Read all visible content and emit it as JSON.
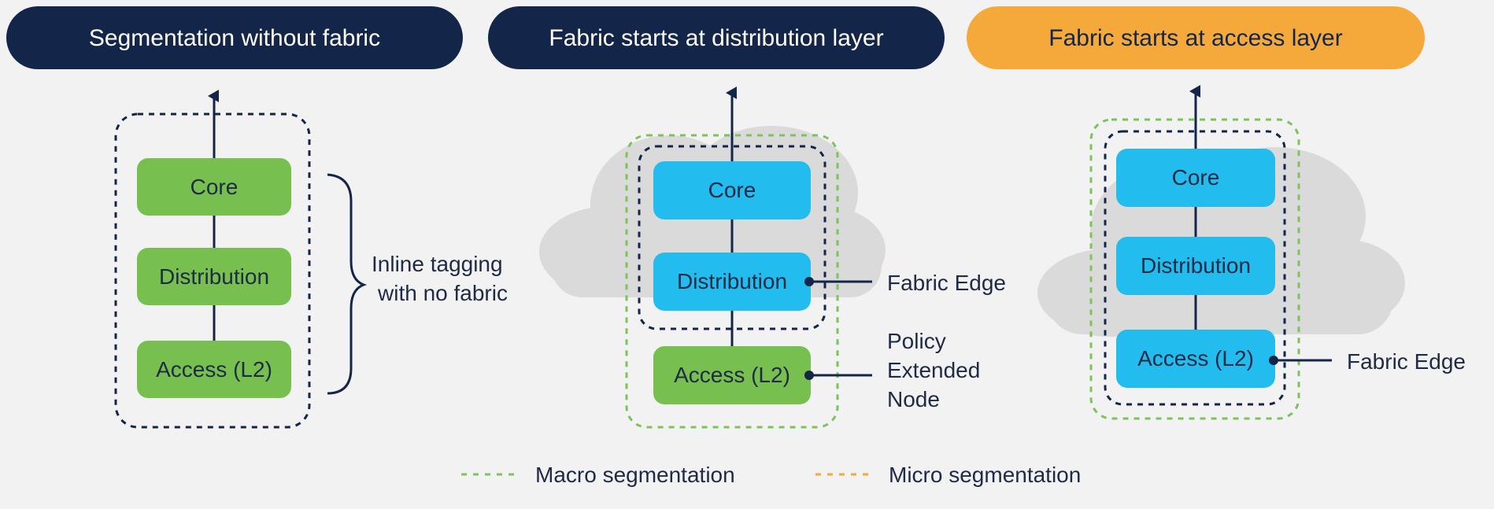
{
  "colors": {
    "background": "#f2f2f2",
    "navy": "#13264a",
    "orange": "#f6a93b",
    "green": "#77c04f",
    "blue": "#22bdee",
    "cloud": "#dadada",
    "macro_dash": "#7cc45a",
    "micro_dash": "#f6a93b"
  },
  "panels": [
    {
      "title": "Segmentation without fabric",
      "nodes": [
        "Core",
        "Distribution",
        "Access (L2)"
      ],
      "brace_label": [
        "Inline tagging",
        "with no fabric"
      ]
    },
    {
      "title": "Fabric starts at distribution layer",
      "nodes": [
        "Core",
        "Distribution",
        "Access (L2)"
      ],
      "callouts": [
        {
          "lines": [
            "Fabric Edge"
          ]
        },
        {
          "lines": [
            "Policy",
            "Extended",
            "Node"
          ]
        }
      ]
    },
    {
      "title": "Fabric starts at access layer",
      "nodes": [
        "Core",
        "Distribution",
        "Access (L2)"
      ],
      "callouts": [
        {
          "lines": [
            "Fabric Edge"
          ]
        }
      ]
    }
  ],
  "legend": {
    "macro": "Macro segmentation",
    "micro": "Micro segmentation"
  }
}
